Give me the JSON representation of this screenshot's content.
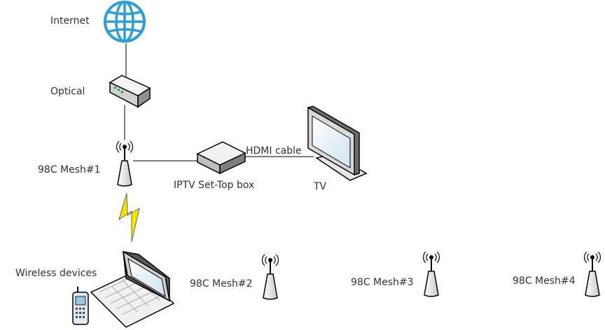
{
  "labels": {
    "internet": "Internet",
    "optical": "Optical",
    "mesh1": "98C Mesh#1",
    "iptv": "IPTV Set-Top box",
    "hdmi": "HDMI cable",
    "tv": "TV",
    "wireless": "Wireless devices",
    "mesh2": "98C Mesh#2",
    "mesh3": "98C Mesh#3",
    "mesh4": "98C Mesh#4"
  },
  "colors": {
    "line": "#000000",
    "globe": "#2d9fd6",
    "device_top": "#f2f2f2",
    "device_side": "#a6a6a6",
    "screen": "#d9ecf7",
    "lightning": "#f5e500"
  },
  "icons": [
    "globe-icon",
    "modem-icon",
    "antenna-icon",
    "settop-box-icon",
    "tv-icon",
    "laptop-icon",
    "phone-icon",
    "lightning-icon"
  ]
}
